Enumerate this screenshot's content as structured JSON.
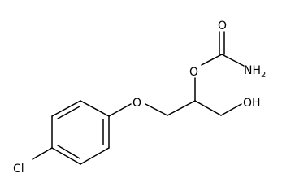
{
  "molecule": {
    "atoms": {
      "carbonyl_oxygen": "O",
      "ester_oxygen": "O",
      "ether_oxygen": "O",
      "amine": {
        "element": "NH",
        "subscript": "2"
      },
      "hydroxyl": "OH",
      "chlorine": "Cl"
    },
    "bond_color": "#000000",
    "label_color": "#000000"
  }
}
